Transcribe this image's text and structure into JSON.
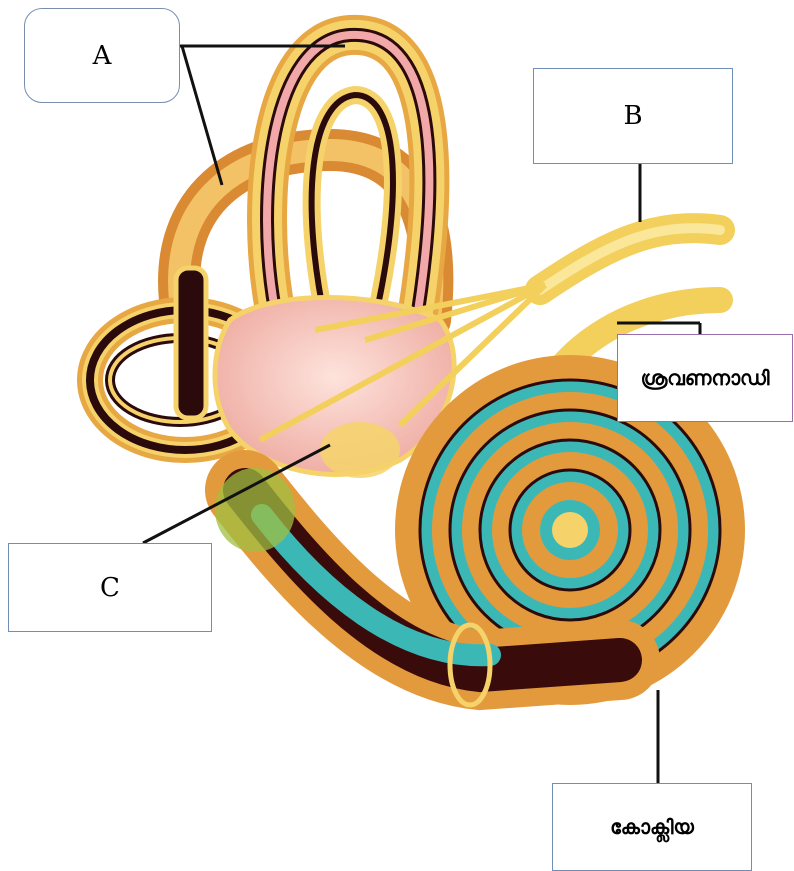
{
  "labels": {
    "a": "A",
    "b": "B",
    "c": "C",
    "auditory_nerve": "ശ്രവണനാഡി",
    "cochlea": "കോക്ലിയ"
  },
  "colors": {
    "canal_outer": "#e0a040",
    "canal_rim": "#f5d26a",
    "canal_inner": "#f2a8a8",
    "vestibule": "#f4c7c0",
    "nerve": "#f3cf5c",
    "cochlea_teal": "#3bb8b6",
    "cochlea_orange": "#e39a3c",
    "dark": "#2a0a0a"
  }
}
